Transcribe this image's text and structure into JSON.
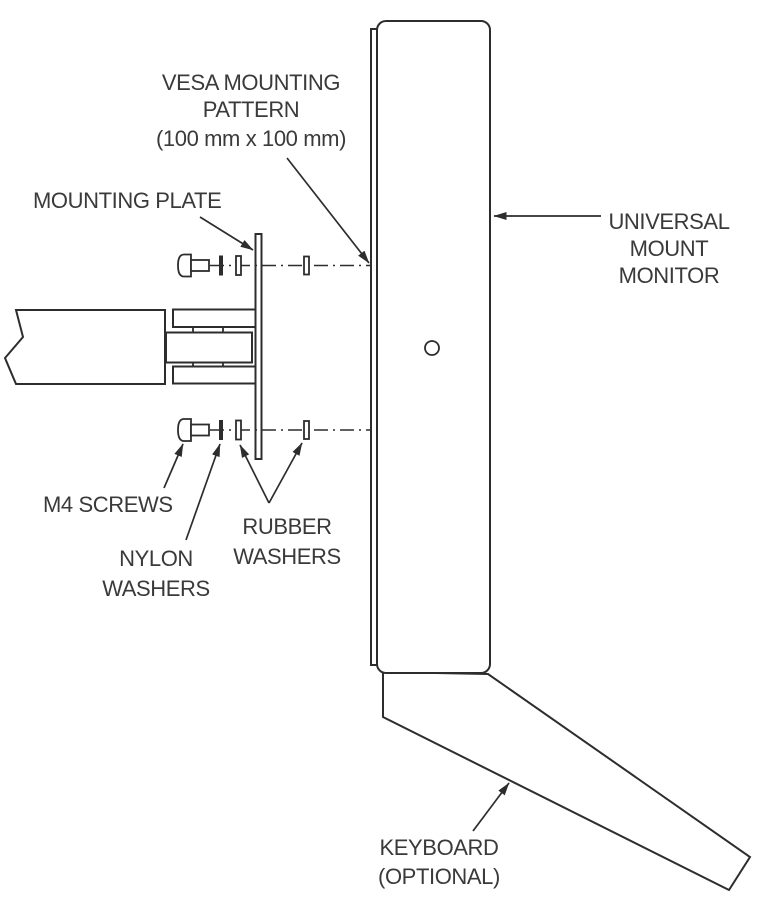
{
  "diagram": {
    "type": "technical-assembly-diagram",
    "subject": "Universal mount monitor VESA mounting assembly (side view)",
    "colors": {
      "background": "#ffffff",
      "line": "#2d2d2d",
      "text": "#3a3a3a"
    },
    "labels": {
      "vesa": {
        "line1": "VESA MOUNTING",
        "line2": "PATTERN",
        "line3": "(100 mm x 100 mm)"
      },
      "mounting_plate": "MOUNTING PLATE",
      "universal": {
        "line1": "UNIVERSAL",
        "line2": "MOUNT",
        "line3": "MONITOR"
      },
      "m4_screws": "M4 SCREWS",
      "nylon_washers": {
        "line1": "NYLON",
        "line2": "WASHERS"
      },
      "rubber_washers": {
        "line1": "RUBBER",
        "line2": "WASHERS"
      },
      "keyboard": {
        "line1": "KEYBOARD",
        "line2": "(OPTIONAL)"
      }
    },
    "values": {
      "vesa_pattern_size": "100 mm x 100 mm",
      "screw_type": "M4"
    }
  }
}
